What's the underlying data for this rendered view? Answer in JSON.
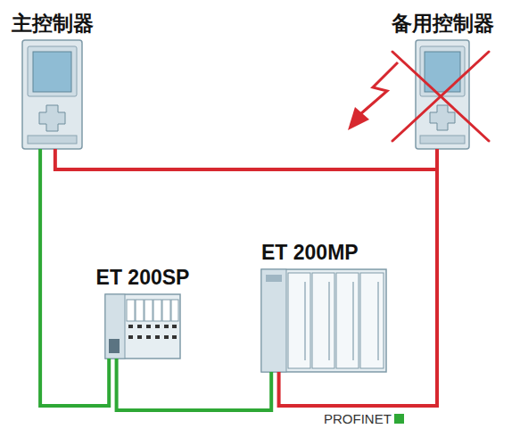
{
  "diagram": {
    "nodes": [
      {
        "text": [
          "主控制器"
        ]
      },
      {
        "text": [
          "备用控制器"
        ]
      },
      {
        "text": [
          "ET 200SP"
        ]
      },
      {
        "text": [
          "ET 200MP"
        ]
      }
    ],
    "edges": [
      {
        "from": 0,
        "to": 1,
        "arrow": "none"
      },
      {
        "from": 0,
        "to": 2,
        "arrow": "none"
      },
      {
        "from": 2,
        "to": 3,
        "arrow": "none"
      },
      {
        "from": 1,
        "to": 3,
        "arrow": "none"
      }
    ],
    "legend": [
      {
        "text": "PROFINET",
        "color": "#2ea836"
      }
    ]
  }
}
